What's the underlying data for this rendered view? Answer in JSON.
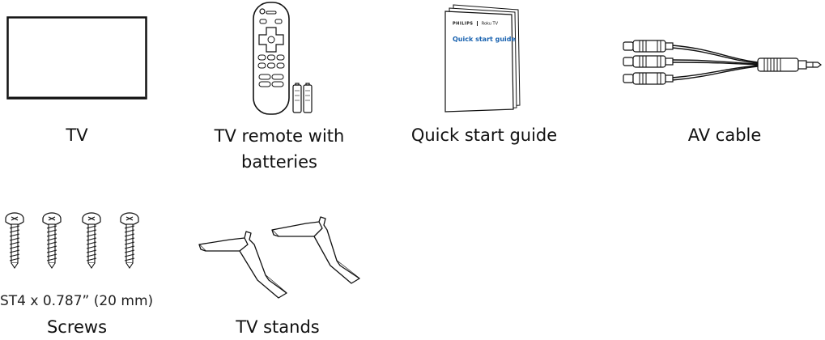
{
  "items": [
    {
      "label": "TV"
    },
    {
      "label_line1": "TV remote with",
      "label_line2": "batteries"
    },
    {
      "label": "Quick start guide"
    },
    {
      "label": "AV cable"
    },
    {
      "spec": "ST4 x 0.787” (20 mm)",
      "label": "Screws"
    },
    {
      "label": "TV stands"
    }
  ],
  "guide": {
    "brand": "PHILIPS",
    "product": "Roku TV",
    "title": "Quick start guide",
    "title_color": "#1a63b0"
  },
  "icons": [
    "tv-icon",
    "remote-icon",
    "battery-icon",
    "guide-booklet-icon",
    "av-cable-icon",
    "screw-icon",
    "stand-icon"
  ]
}
